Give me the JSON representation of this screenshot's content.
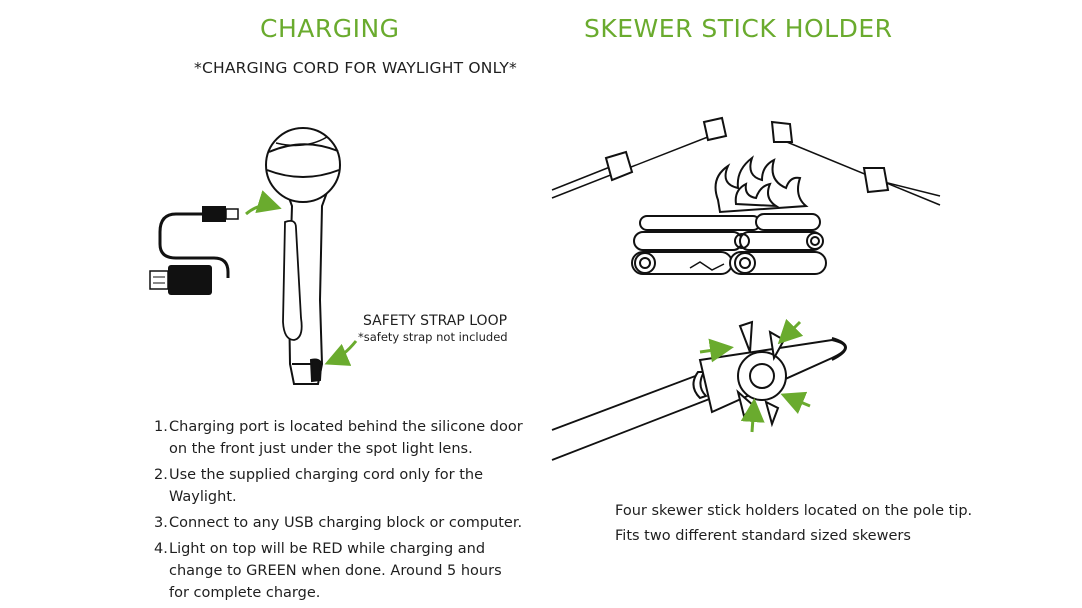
{
  "charging": {
    "title": "CHARGING",
    "subtitle": "*CHARGING CORD FOR WAYLIGHT ONLY*",
    "strap_label": "SAFETY STRAP LOOP",
    "strap_note": "*safety strap not included",
    "steps": [
      {
        "num": "1.",
        "text": "Charging port is located behind the silicone door on the front just under the spot light lens."
      },
      {
        "num": "2.",
        "text": "Use the supplied charging cord only for the Waylight."
      },
      {
        "num": "3.",
        "text": "Connect to any USB charging block or computer."
      },
      {
        "num": "4.",
        "text": "Light on top will be RED while charging and change to GREEN when done. Around 5 hours for complete charge."
      }
    ]
  },
  "skewer": {
    "title": "SKEWER STICK HOLDER",
    "line1": "Four skewer stick holders located on the pole tip.",
    "line2": "Fits two different standard sized skewers"
  },
  "colors": {
    "accent_green": "#6aab2e",
    "text": "#1f1f1f"
  }
}
